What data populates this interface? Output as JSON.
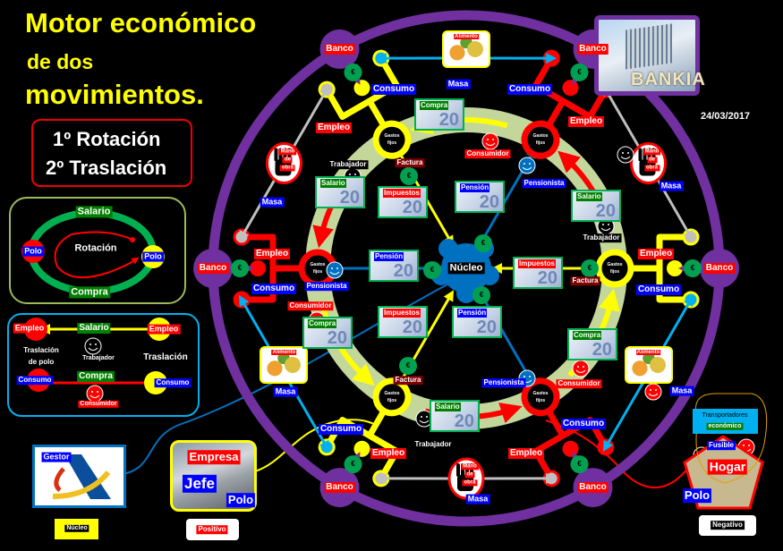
{
  "title": {
    "line1": "Motor económico",
    "line2": "de dos",
    "line3": "movimientos."
  },
  "movements": {
    "first": "1º Rotación",
    "second": "2º Traslación"
  },
  "date": "24/03/2017",
  "bankia": "BANKIA",
  "legend_rotation": {
    "salario": "Salario",
    "compra": "Compra",
    "polo": "Polo",
    "rotacion": "Rotación"
  },
  "legend_translation": {
    "empleo": "Empleo",
    "salario": "Salario",
    "trabajador": "Trabajador",
    "traslacion_polo_1": "Traslación",
    "traslacion_polo_2": "de polo",
    "traslacion": "Traslación",
    "consumo": "Consumo",
    "compra": "Compra",
    "consumidor": "Consumidor"
  },
  "labels": {
    "banco": "Banco",
    "consumo": "Consumo",
    "empleo": "Empleo",
    "masa": "Masa",
    "alimento": "Alimento",
    "mano": "Mano",
    "de": "de",
    "obra": "obra",
    "gastos": "Gastos",
    "fijos": "fijos",
    "compra": "Compra",
    "salario": "Salario",
    "impuestos": "Impuestos",
    "pension": "Pensión",
    "factura": "Factura",
    "trabajador": "Trabajador",
    "consumidor": "Consumidor",
    "pensionista": "Pensionista",
    "nucleo": "Núcleo",
    "euro": "€",
    "banknote_value": "20"
  },
  "gestor": {
    "label": "Gestor",
    "caption": "Núcleo"
  },
  "empresa": {
    "label": "Empresa",
    "jefe": "Jefe",
    "polo": "Polo",
    "caption": "Positivo"
  },
  "hogar": {
    "transportadores": "Transportadores",
    "economico": "económico",
    "fusible": "Fusible",
    "label": "Hogar",
    "polo": "Polo",
    "caption": "Negativo"
  },
  "colors": {
    "purple": "#7030a0",
    "ring": "#c4d79b",
    "red": "#ff0000",
    "yellow": "#ffff00",
    "green": "#00a050",
    "blue": "#0070c0",
    "cyan": "#00b0f0"
  }
}
